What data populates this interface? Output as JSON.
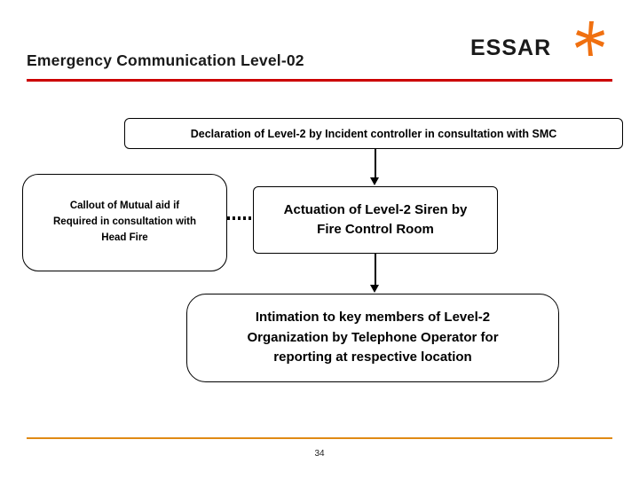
{
  "brand": {
    "logo_text": "ESSAR",
    "logo_mark_name": "essar-star-mark",
    "accent_red": "#cc0000",
    "accent_orange": "#e08a14",
    "logo_mark_color": "#f07010"
  },
  "header": {
    "title": "Emergency Communication Level-02"
  },
  "footer": {
    "page_number": "34"
  },
  "diagram": {
    "type": "flowchart",
    "nodes": [
      {
        "id": "declaration",
        "label": "Declaration of Level-2 by Incident controller in consultation with SMC"
      },
      {
        "id": "mutual-aid",
        "label": "Callout of Mutual aid if Required in consultation with Head Fire",
        "lines": [
          "Callout of Mutual aid if",
          "Required in consultation with",
          "Head Fire"
        ]
      },
      {
        "id": "siren",
        "label": "Actuation of Level-2 Siren by Fire Control Room",
        "lines": [
          "Actuation of Level-2 Siren by",
          "Fire Control Room"
        ]
      },
      {
        "id": "intimation",
        "label": "Intimation to key members of Level-2 Organization by Telephone Operator for reporting at respective location",
        "lines": [
          "Intimation to key members of Level-2",
          "Organization by Telephone Operator for",
          "reporting at respective location"
        ]
      }
    ],
    "connectors": [
      {
        "id": "declaration-to-siren",
        "from": "declaration",
        "to": "siren",
        "style": "solid-arrow-down"
      },
      {
        "id": "siren-to-intimation",
        "from": "siren",
        "to": "intimation",
        "style": "solid-arrow-down"
      },
      {
        "id": "mutual-aid-to-siren",
        "from": "mutual-aid",
        "to": "siren",
        "style": "dotted-line"
      }
    ]
  }
}
